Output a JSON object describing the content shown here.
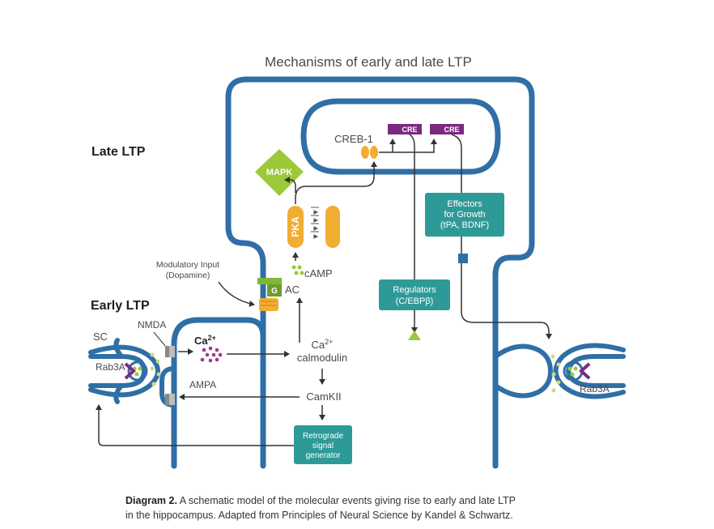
{
  "title": "Mechanisms of early and late LTP",
  "section_late": "Late LTP",
  "section_early": "Early LTP",
  "labels": {
    "creb1": "CREB-1",
    "cre1": "CRE",
    "cre2": "CRE",
    "mapk": "MAPK",
    "pka": "PKA",
    "camp": "cAMP",
    "ac": "AC",
    "g": "G",
    "modulatory_line1": "Modulatory Input",
    "modulatory_line2": "(Dopamine)",
    "sc": "SC",
    "nmda": "NMDA",
    "ampa": "AMPA",
    "rab3a_left": "Rab3A",
    "rab3a_right": "Rab3A",
    "ca2_base": "Ca",
    "ca2_sup": "2+",
    "ca2_cal_base": "Ca",
    "ca2_cal_sup": "2+",
    "calmodulin": "calmodulin",
    "camkii": "CamKII"
  },
  "boxes": {
    "effectors": [
      "Effectors",
      "for Growth",
      "(tPA, BDNF)"
    ],
    "regulators": [
      "Regulators",
      "(C/EBPβ)"
    ],
    "retrograde": [
      "Retrograde",
      "signal",
      "generator"
    ]
  },
  "caption": {
    "bold": "Diagram 2.",
    "line1": "A schematic model of the molecular events giving rise to early and late LTP",
    "line2": "in the hippocampus. Adapted from Principles of Neural Science by Kandel & Schwartz."
  },
  "colors": {
    "membrane": "#2f6fa6",
    "teal": "#2e9a98",
    "green": "#9cc93a",
    "orange": "#f2ad33",
    "purple": "#7b2a80",
    "arrow": "#333333"
  }
}
